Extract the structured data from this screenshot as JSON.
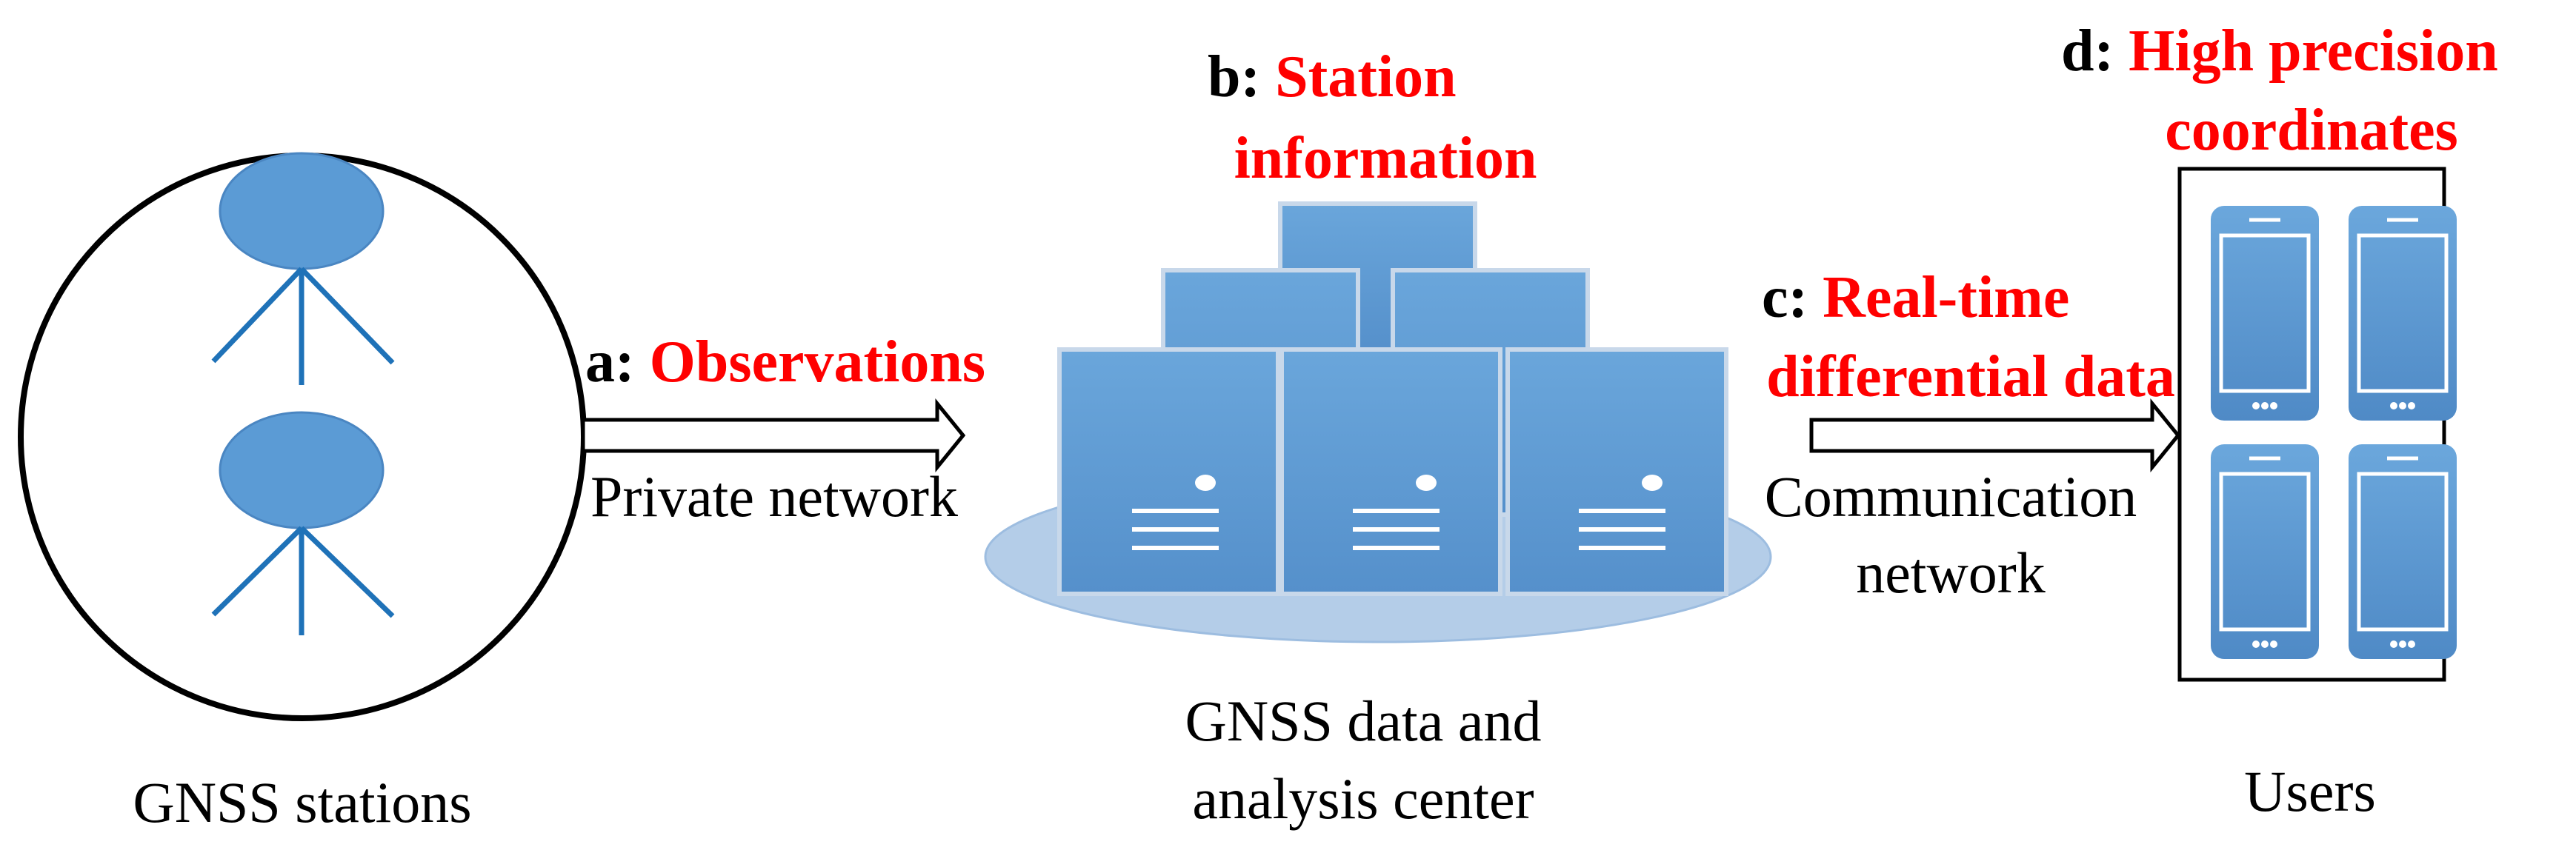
{
  "stations": {
    "caption": "GNSS stations"
  },
  "center": {
    "caption_line1": "GNSS data and",
    "caption_line2": "analysis center"
  },
  "users": {
    "caption": "Users"
  },
  "step_a": {
    "letter": "a:",
    "name": "Observations",
    "link": "Private network"
  },
  "step_b": {
    "letter": "b:",
    "name_line1": "Station",
    "name_line2": "information"
  },
  "step_c": {
    "letter": "c:",
    "name_line1": "Real-time",
    "name_line2": "differential data",
    "link_line1": "Communication",
    "link_line2": "network"
  },
  "step_d": {
    "letter": "d:",
    "name_line1": "High precision",
    "name_line2": "coordinates"
  },
  "colors": {
    "highlight": "#ff0000",
    "server_fill": "#5b9bd5",
    "platform_fill": "#b4cde8",
    "antenna_line": "#1f72b8"
  }
}
